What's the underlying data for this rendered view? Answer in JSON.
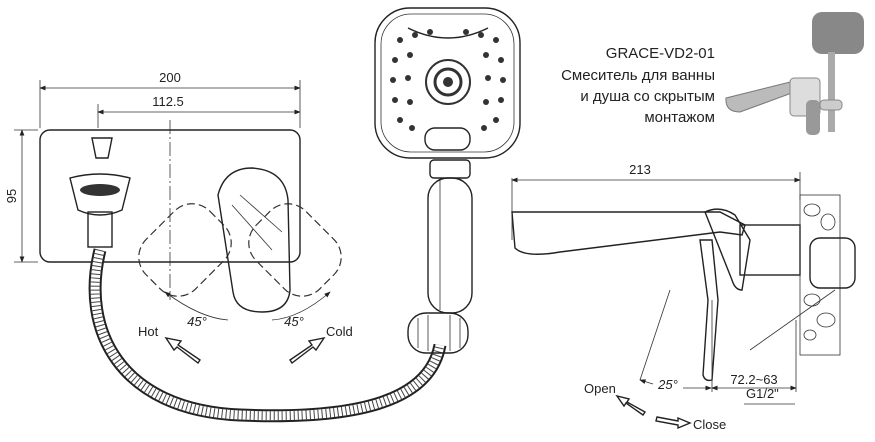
{
  "product": {
    "model": "GRACE-VD2-01",
    "description_lines": [
      "Смеситель для ванны",
      "и душа со скрытым",
      "монтажом"
    ]
  },
  "front_view": {
    "dim_width": "200",
    "dim_handle_offset": "112.5",
    "dim_height": "95",
    "angle_left": "45°",
    "angle_right": "45°",
    "hot_label": "Hot",
    "cold_label": "Cold"
  },
  "side_view": {
    "dim_length": "213",
    "thread": "G1/2\"",
    "angle": "25°",
    "depth_range": "72.2~63",
    "open_label": "Open",
    "close_label": "Close"
  }
}
